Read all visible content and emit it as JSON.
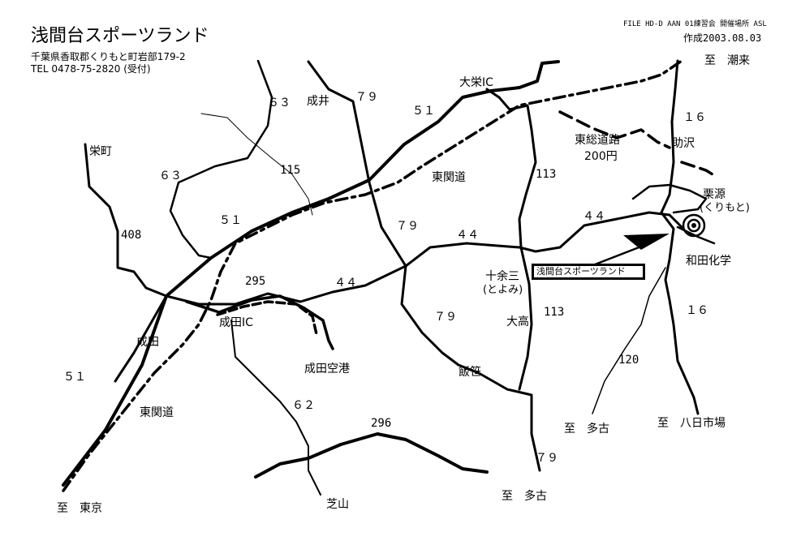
{
  "header": {
    "title": "浅間台スポーツランド",
    "address": "千葉県香取郡くりもと町岩部179-2",
    "tel": "TEL 0478-75-2820 (受付)",
    "file_info": "FILE HD-D AAN 01練習会 開催場所 ASL",
    "created": "作成2003.08.03"
  },
  "venue": {
    "name": "浅間台スポーツランド"
  },
  "places": {
    "sakaemachi": "栄町",
    "narita": "成田",
    "narita_ic": "成田IC",
    "narita_airport": "成田空港",
    "narii": "成井",
    "taiei_ic": "大栄IC",
    "higashi_kanto": "東関道",
    "higashi_kanto_2": "東関道",
    "toso_road": "東総道路",
    "toso_fee": "200円",
    "sukezawa": "助沢",
    "kurimoto": "栗源",
    "kurimoto_kana": "(くりもと)",
    "wada_kagaku": "和田化学",
    "toyomi_kanji": "十余三",
    "toyomi_kana": "(とよみ)",
    "otaka": "大高",
    "iizasa": "飯笹",
    "shibayama": "芝山",
    "to_itako": "至　潮来",
    "to_tako_1": "至　多古",
    "to_tako_2": "至　多古",
    "to_yokaichiba": "至　八日市場",
    "to_tokyo": "至　東京"
  },
  "routes": {
    "r63_a": "６３",
    "r79_a": "７９",
    "r51_a": "５１",
    "r63_b": "６３",
    "r115": "115",
    "r51_b": "５１",
    "r408": "408",
    "r79_b": "７９",
    "r44_a": "４４",
    "r44_b": "４４",
    "r44_c": "４４",
    "r295": "295",
    "r113_a": "113",
    "r113_b": "113",
    "r16_a": "１６",
    "r16_b": "１６",
    "r79_c": "７９",
    "r120": "120",
    "r51_c": "５１",
    "r62": "６２",
    "r296": "296",
    "r79_d": "７９"
  }
}
